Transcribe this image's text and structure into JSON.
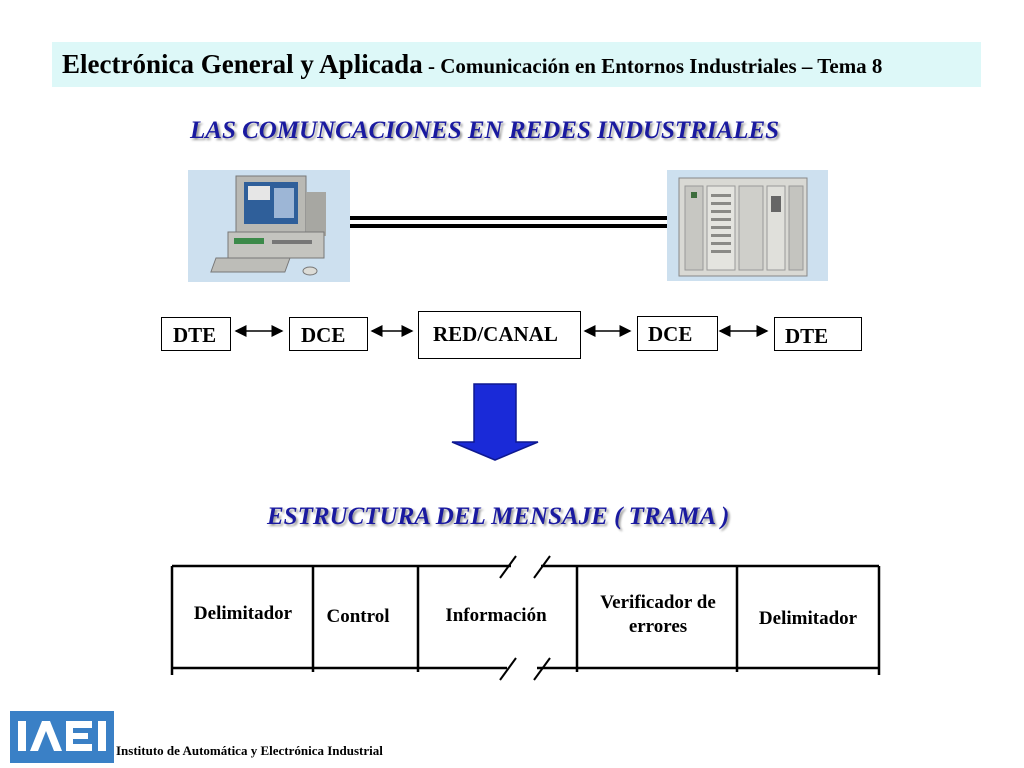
{
  "header": {
    "main": "Electrónica General y Aplicada",
    "separator": " - ",
    "sub": "Comunicación en Entornos Industriales – Tema 8"
  },
  "title_top": "LAS COMUNCACIONES EN  REDES INDUSTRIALES",
  "chain": {
    "dte_left": "DTE",
    "dce_left": "DCE",
    "red": "RED/CANAL",
    "dce_right": "DCE",
    "dte_right": "DTE"
  },
  "title_bottom": "ESTRUCTURA DEL MENSAJE  ( TRAMA )",
  "frame": {
    "fields": [
      "Delimitador",
      "Control",
      "Información",
      "Verificador de errores",
      "Delimitador"
    ]
  },
  "footer": {
    "logo_text": "IAEI",
    "institute": "Instituto de Automática y Electrónica Industrial"
  },
  "colors": {
    "header_bg": "#ddf8f8",
    "title_color": "#1a1aa0",
    "arrow_color": "#1a2ad8",
    "logo_bg": "#3a80c6"
  }
}
